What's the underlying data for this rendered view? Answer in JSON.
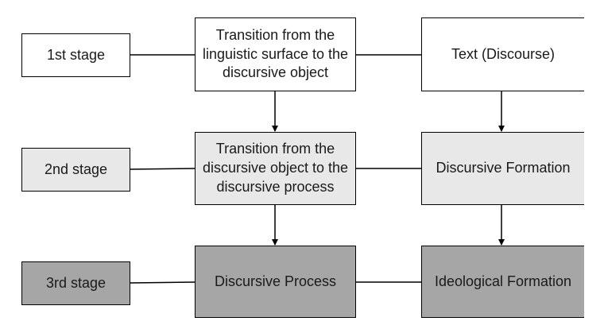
{
  "diagram": {
    "stages": [
      {
        "label": "1st stage"
      },
      {
        "label": "2nd stage"
      },
      {
        "label": "3rd stage"
      }
    ],
    "middle": [
      {
        "label": "Transition from the linguistic surface to the discursive object"
      },
      {
        "label": "Transition from the discursive object to the discursive process"
      },
      {
        "label": "Discursive Process"
      }
    ],
    "right": [
      {
        "label": "Text (Discourse)"
      },
      {
        "label": "Discursive Formation"
      },
      {
        "label": "Ideological Formation"
      }
    ]
  },
  "colors": {
    "level1_fill": "#ffffff",
    "level2_fill": "#e8e8e8",
    "level3_fill": "#a6a6a6",
    "stroke": "#000000",
    "text": "#1a1a1a"
  }
}
